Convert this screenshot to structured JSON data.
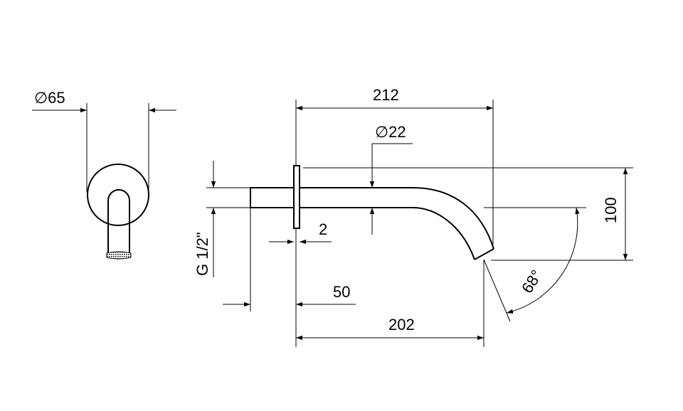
{
  "dimensions": {
    "flange_diameter": "∅65",
    "spout_length_total": "212",
    "pipe_diameter": "∅22",
    "height": "100",
    "thread": "G 1/2\"",
    "flange_thickness": "2",
    "thread_length": "50",
    "spout_projection": "202",
    "outlet_angle": "68°"
  },
  "colors": {
    "line": "#000000",
    "background": "#ffffff"
  }
}
